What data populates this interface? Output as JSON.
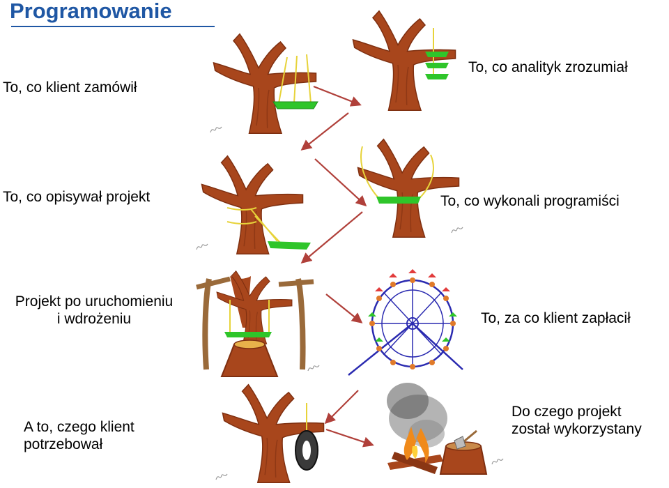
{
  "title": "Programowanie",
  "captions": {
    "ordered": "To, co klient zamówił",
    "analyst": "To, co analityk zrozumiał",
    "project": "To, co opisywał projekt",
    "programmers": "To, co wykonali programiści",
    "deployment": "Projekt po uruchomieniu i wdrożeniu",
    "paid": "To, za co klient zapłacił",
    "needed": "A to, czego klient potrzebował",
    "used": "Do czego projekt został wykorzystany"
  },
  "colors": {
    "title": "#1f57a4",
    "bark": "#a8461c",
    "bark_dark": "#7e2f10",
    "rope": "#e7d33a",
    "seat": "#2fc52a",
    "arrow": "#b0403a",
    "wheel": "#2a2ab0"
  }
}
